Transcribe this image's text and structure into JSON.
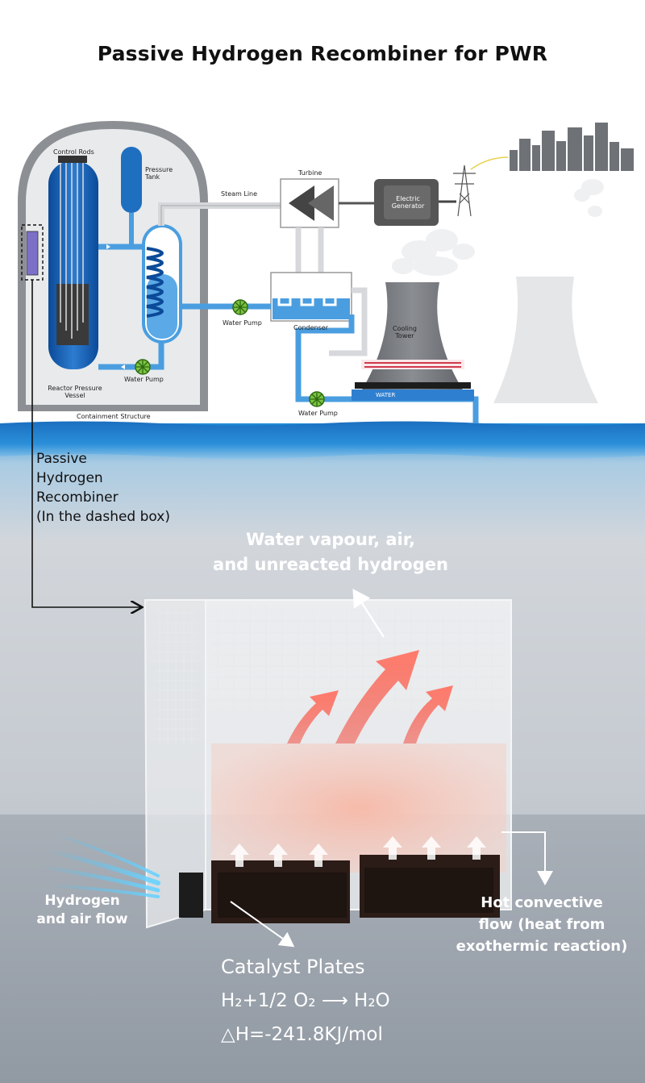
{
  "title": "Passive Hydrogen Recombiner for PWR",
  "plant_labels": {
    "control_rods": "Control Rods",
    "pressure_tank": "Pressure Tank",
    "steam_line": "Steam Line",
    "turbine": "Turbine",
    "electric_generator": "Electric Generator",
    "water_pump_1": "Water Pump",
    "water_pump_2": "Water Pump",
    "water_pump_3": "Water Pump",
    "condenser": "Condenser",
    "cooling_tower": "Cooling Tower",
    "water": "WATER",
    "reactor_vessel": "Reactor Pressure Vessel",
    "containment": "Containment Structure"
  },
  "callout": {
    "line1": "Passive",
    "line2": "Hydrogen",
    "line3": "Recombiner",
    "line4": "(In the dashed box)"
  },
  "recombiner": {
    "outflow_line1": "Water vapour, air,",
    "outflow_line2": "and unreacted hydrogen",
    "inflow_line1": "Hydrogen",
    "inflow_line2": "and air flow",
    "convective_line1": "Hot convective",
    "convective_line2": "flow (heat from",
    "convective_line3": "exothermic reaction)",
    "catalyst_title": "Catalyst Plates",
    "equation": "H₂+1/2 O₂ ⟶ H₂O",
    "enthalpy": "△H=-241.8KJ/mol"
  },
  "colors": {
    "water_blue": "#1f78c8",
    "pipe_blue": "#4a9ee0",
    "containment_gray": "#8c8f93",
    "flow_arrow": "#f36a5d",
    "bottom_bg": "#9aa2ab"
  }
}
